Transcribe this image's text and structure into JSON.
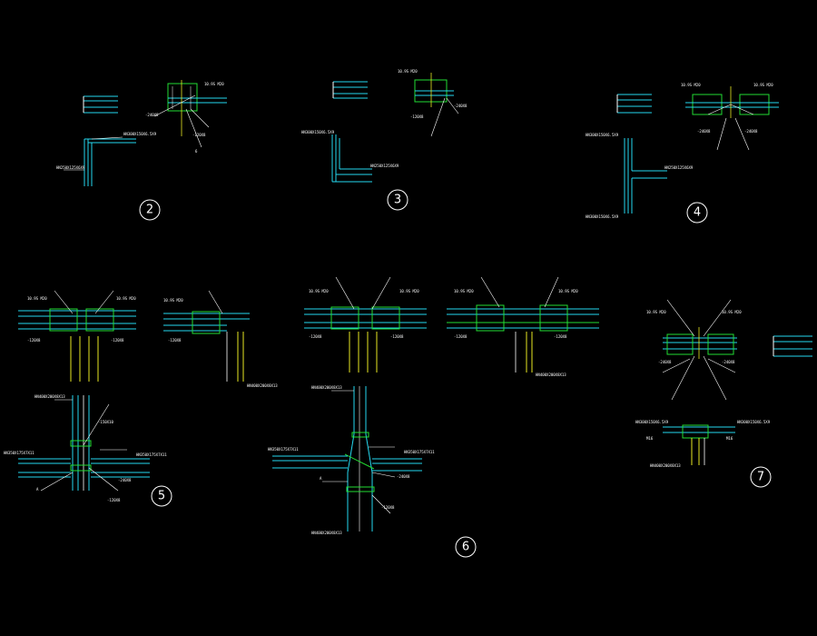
{
  "drawing": {
    "background": "#000000",
    "colors": {
      "steel_cyan": "#25d9f0",
      "plate_green": "#22dd33",
      "column_yellow": "#e8e822",
      "line_white": "#ffffff",
      "weld_blue": "#4466ff"
    },
    "detail_tags": [
      "2",
      "3",
      "4",
      "5",
      "6",
      "7"
    ],
    "member_labels": {
      "beam_a": "HN350X175X7X11",
      "beam_b": "HN300X150X6.5X9",
      "beam_c": "HN250X125X6X9",
      "column": "HN400X200X8X13"
    },
    "bolt_labels": {
      "bolt_group": "10.9S M20",
      "bolt_short": "M16",
      "count": "2"
    },
    "plate_labels": {
      "plate_a": "-240X8",
      "plate_b": "-120X8",
      "plate_c": "-150X10",
      "dim_a": "6",
      "dim_b": "A"
    }
  }
}
